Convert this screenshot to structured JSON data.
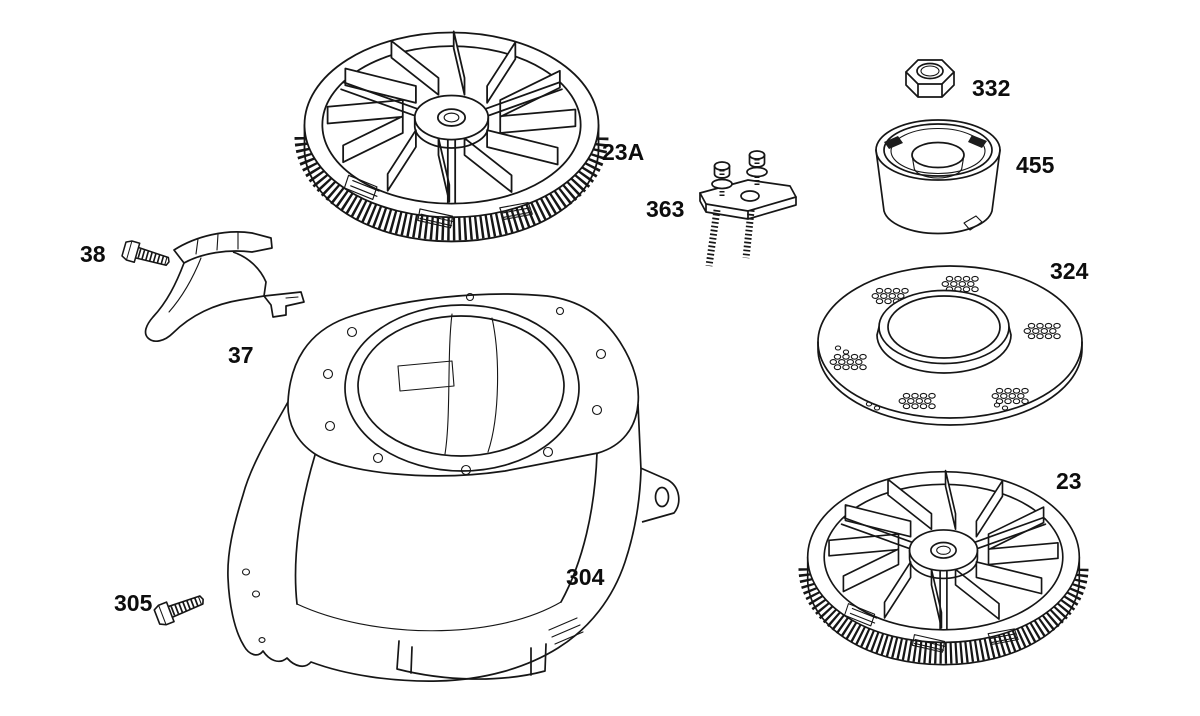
{
  "diagram": {
    "labels": {
      "flywheel_a": "23A",
      "nut": "332",
      "starter_cup": "455",
      "puller": "363",
      "screen": "324",
      "flywheel_b": "23",
      "blower_housing": "304",
      "baffle": "37",
      "screw_a": "38",
      "screw_b": "305"
    },
    "colors": {
      "ink": "#161616",
      "paper": "#ffffff"
    }
  }
}
